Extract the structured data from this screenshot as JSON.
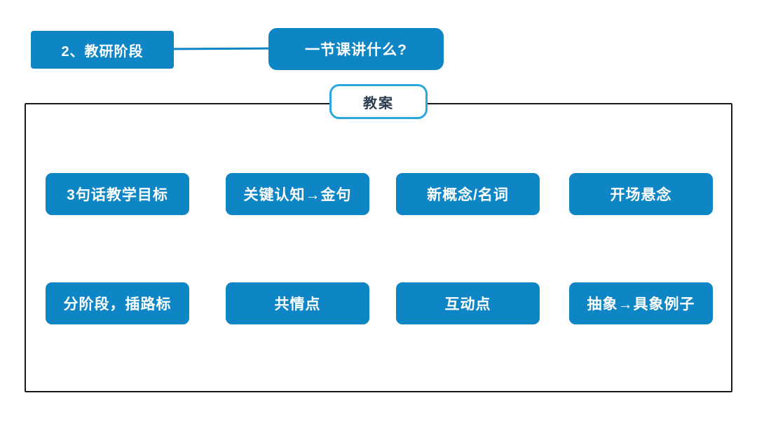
{
  "palette": {
    "node_blue": "#0E86C6",
    "label_border_blue": "#2BA7DE",
    "frame_border": "#1B1B1B",
    "label_text": "#2C3E50",
    "node_text": "#FFFFFF",
    "background": "#FFFFFF"
  },
  "header": {
    "stage": "2、教研阶段",
    "topic": "一节课讲什么?"
  },
  "frame": {
    "label": "教案",
    "cards": [
      {
        "label": "3句话教学目标"
      },
      {
        "label": "关键认知→金句"
      },
      {
        "label": "新概念/名词"
      },
      {
        "label": "开场悬念"
      },
      {
        "label": "分阶段，插路标"
      },
      {
        "label": "共情点"
      },
      {
        "label": "互动点"
      },
      {
        "label": "抽象→具象例子"
      }
    ]
  }
}
